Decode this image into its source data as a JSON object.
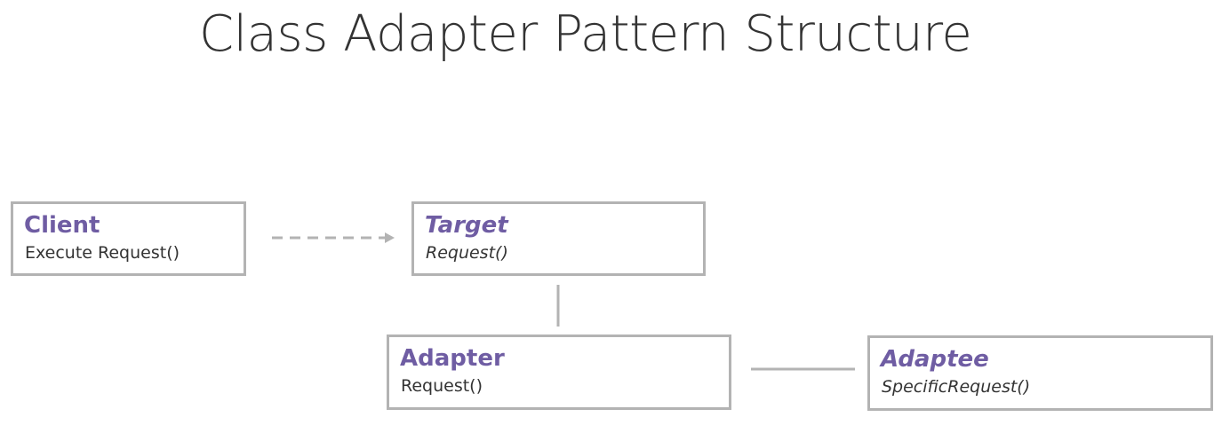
{
  "title": "Class Adapter Pattern Structure",
  "colors": {
    "class_name": "#6f5da3",
    "box_border": "#b3b3b3",
    "connector": "#b3b3b3",
    "text": "#333333"
  },
  "classes": {
    "client": {
      "name": "Client",
      "method": "Execute Request()"
    },
    "target": {
      "name": "Target",
      "method": "Request()"
    },
    "adapter": {
      "name": "Adapter",
      "method": "Request()"
    },
    "adaptee": {
      "name": "Adaptee",
      "method": "SpecificRequest()"
    }
  },
  "relationships": [
    {
      "from": "Client",
      "to": "Target",
      "style": "dashed-arrow"
    },
    {
      "from": "Target",
      "to": "Adapter",
      "style": "solid-line"
    },
    {
      "from": "Adapter",
      "to": "Adaptee",
      "style": "solid-line"
    }
  ]
}
